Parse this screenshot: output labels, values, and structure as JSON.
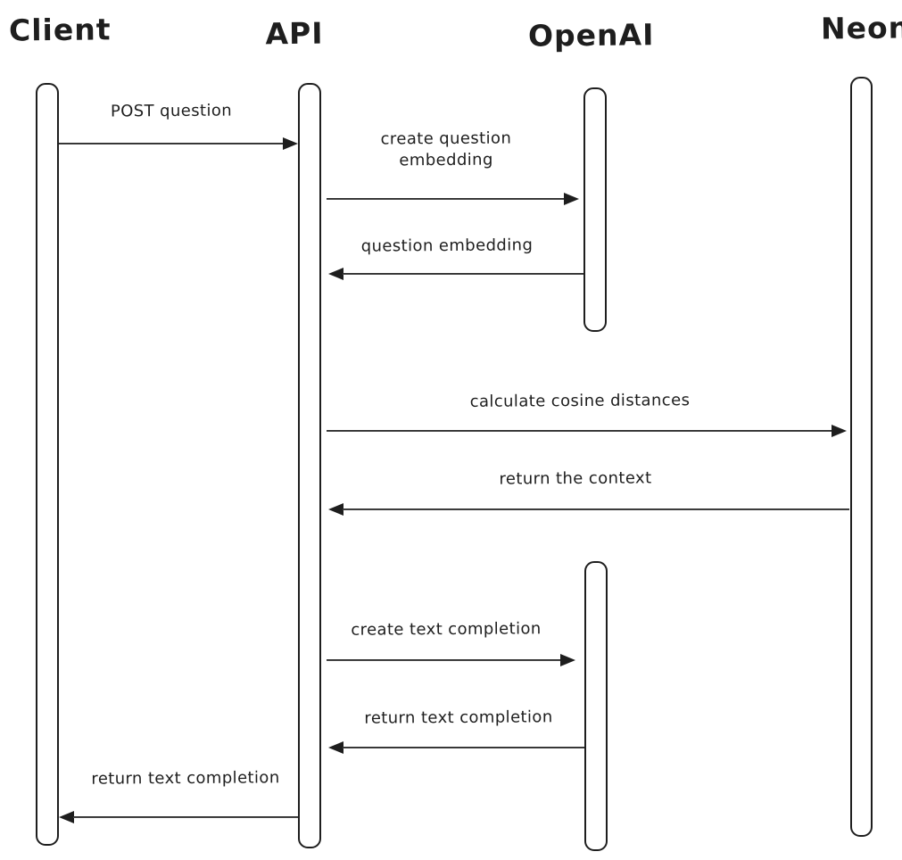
{
  "diagram": {
    "type": "sequence-diagram",
    "background": "#ffffff",
    "stroke_color": "#1e1e1e",
    "actors": [
      {
        "name": "Client"
      },
      {
        "name": "API"
      },
      {
        "name": "OpenAI"
      },
      {
        "name": "Neon"
      }
    ],
    "messages": [
      {
        "from": "Client",
        "to": "API",
        "direction": "right",
        "label": "POST question"
      },
      {
        "from": "API",
        "to": "OpenAI",
        "direction": "right",
        "label": "create question embedding"
      },
      {
        "from": "OpenAI",
        "to": "API",
        "direction": "left",
        "label": "question embedding"
      },
      {
        "from": "API",
        "to": "Neon",
        "direction": "right",
        "label": "calculate cosine distances"
      },
      {
        "from": "Neon",
        "to": "API",
        "direction": "left",
        "label": "return the context"
      },
      {
        "from": "API",
        "to": "OpenAI",
        "direction": "right",
        "label": "create text completion"
      },
      {
        "from": "OpenAI",
        "to": "API",
        "direction": "left",
        "label": "return text completion"
      },
      {
        "from": "API",
        "to": "Client",
        "direction": "left",
        "label": "return text completion"
      }
    ]
  }
}
